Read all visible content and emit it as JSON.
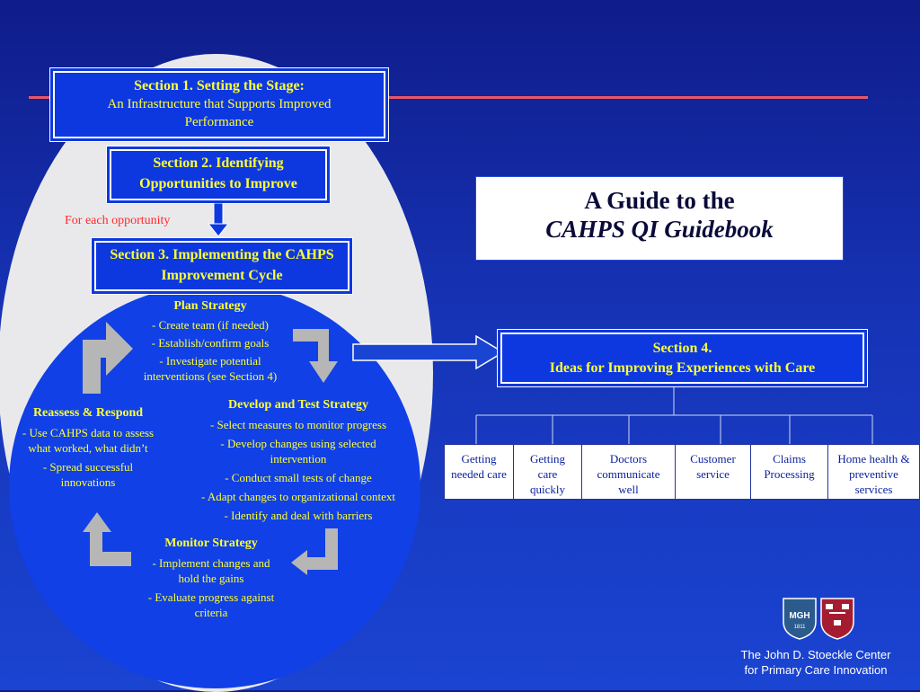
{
  "section1": {
    "title": "Section 1. Setting the Stage:",
    "subtitle": "An Infrastructure that Supports Improved Performance"
  },
  "section2": {
    "title": "Section 2.  Identifying Opportunities to Improve"
  },
  "for_each": "For each opportunity",
  "section3": {
    "title": "Section 3. Implementing the CAHPS Improvement Cycle"
  },
  "guide": {
    "line1": "A Guide to the",
    "line2": "CAHPS QI Guidebook"
  },
  "plan": {
    "title": "Plan Strategy",
    "items": [
      "- Create team (if needed)",
      "- Establish/confirm goals",
      "- Investigate potential interventions (see Section 4)"
    ]
  },
  "develop": {
    "title": "Develop and Test Strategy",
    "items": [
      "- Select measures to monitor progress",
      "- Develop changes using selected intervention",
      "- Conduct small tests of change",
      "- Adapt changes to organizational context",
      "- Identify and deal with barriers"
    ]
  },
  "reassess": {
    "title": "Reassess & Respond",
    "items": [
      "- Use CAHPS data to assess what worked, what didn’t",
      "- Spread successful innovations"
    ]
  },
  "monitor": {
    "title": "Monitor Strategy",
    "items": [
      "- Implement changes and hold the gains",
      "- Evaluate progress against criteria"
    ]
  },
  "section4": {
    "line1": "Section 4.",
    "line2": "Ideas for Improving Experiences with Care"
  },
  "categories": [
    "Getting needed care",
    "Getting care quickly",
    "Doctors communicate well",
    "Customer service",
    "Claims Processing",
    "Home health & preventive services"
  ],
  "logos": {
    "mgh": "MGH",
    "mgh_year": "1811"
  },
  "footer": {
    "line1": "The John D. Stoeckle Center",
    "line2": "for Primary Care Innovation"
  },
  "colors": {
    "accent_yellow": "#ffff33",
    "red_line": "#e8566a",
    "red_text": "#ff2a2a"
  }
}
